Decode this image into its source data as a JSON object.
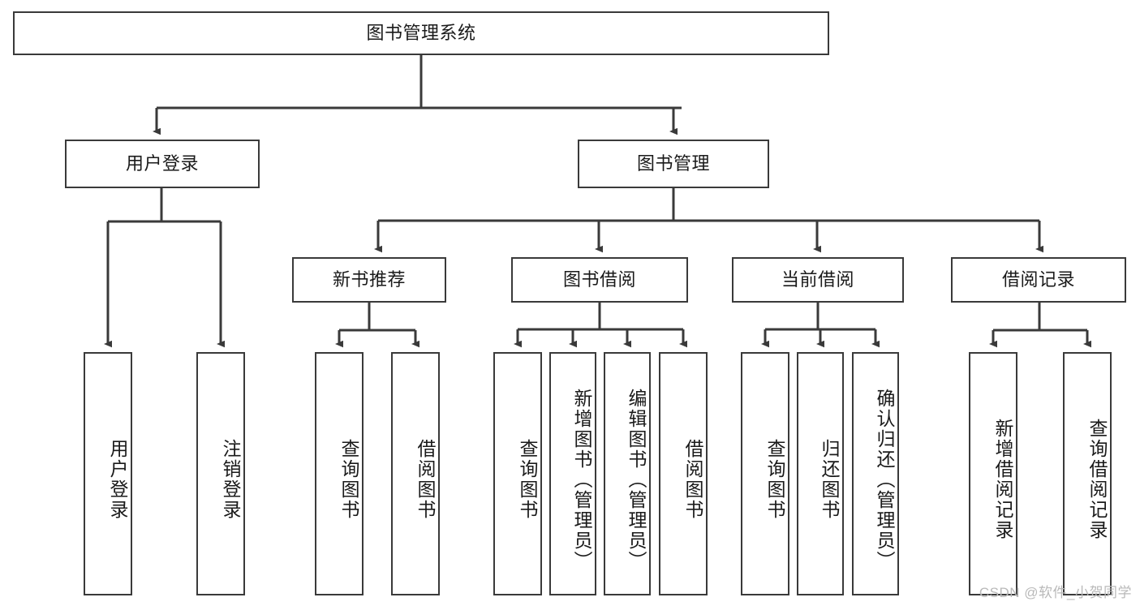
{
  "diagram": {
    "title_node": {
      "label": "图书管理系统"
    },
    "level2": [
      {
        "id": "user-login",
        "label": "用户登录"
      },
      {
        "id": "book-management",
        "label": "图书管理"
      }
    ],
    "level3": [
      {
        "id": "new-book-recommend",
        "label": "新书推荐"
      },
      {
        "id": "book-borrow",
        "label": "图书借阅"
      },
      {
        "id": "current-borrow",
        "label": "当前借阅"
      },
      {
        "id": "borrow-record",
        "label": "借阅记录"
      }
    ],
    "leaves": [
      {
        "id": "leaf-user-login",
        "label": "用户登录"
      },
      {
        "id": "leaf-logout-login",
        "label": "注销登录"
      },
      {
        "id": "leaf-query-book-1",
        "label": "查询图书"
      },
      {
        "id": "leaf-borrow-book-1",
        "label": "借阅图书"
      },
      {
        "id": "leaf-query-book-2",
        "label": "查询图书"
      },
      {
        "id": "leaf-add-book-admin",
        "label": "新增图书（管理员）"
      },
      {
        "id": "leaf-edit-book-admin",
        "label": "编辑图书（管理员）"
      },
      {
        "id": "leaf-borrow-book-2",
        "label": "借阅图书"
      },
      {
        "id": "leaf-query-book-3",
        "label": "查询图书"
      },
      {
        "id": "leaf-return-book",
        "label": "归还图书"
      },
      {
        "id": "leaf-confirm-return-admin",
        "label": "确认归还（管理员）"
      },
      {
        "id": "leaf-add-borrow-record",
        "label": "新增借阅记录"
      },
      {
        "id": "leaf-query-borrow-record",
        "label": "查询借阅记录"
      }
    ],
    "colors": {
      "stroke": "#3a3a3a",
      "fill": "#ffffff",
      "text": "#1a1a1a",
      "watermark": "#b9b9b9"
    }
  },
  "watermark": {
    "text": "CSDN @软件_小贺同学"
  }
}
